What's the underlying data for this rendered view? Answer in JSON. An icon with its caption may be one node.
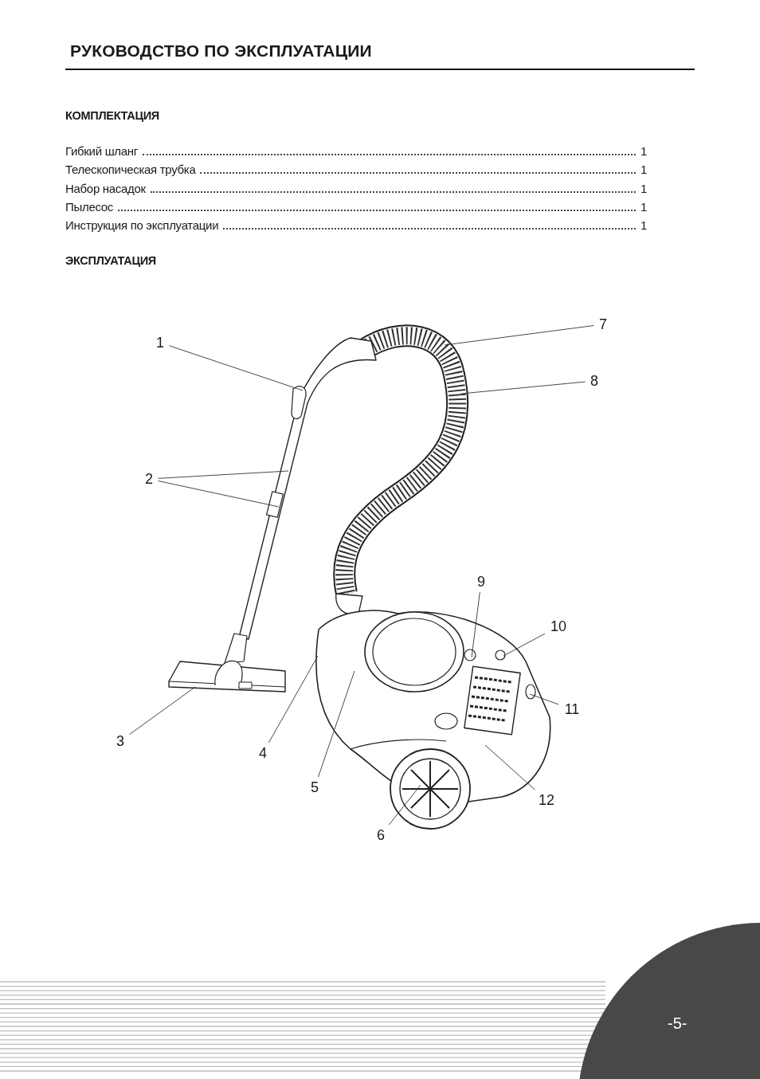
{
  "diagram": {
    "title": "РУКОВОДСТВО ПО ЭКСПЛУАТАЦИИ",
    "nodes": [
      {
        "text": [
          "1"
        ]
      },
      {
        "text": [
          "2"
        ]
      },
      {
        "text": [
          "3"
        ]
      },
      {
        "text": [
          "4"
        ]
      },
      {
        "text": [
          "5"
        ]
      },
      {
        "text": [
          "6"
        ]
      },
      {
        "text": [
          "7"
        ]
      },
      {
        "text": [
          "8"
        ]
      },
      {
        "text": [
          "9"
        ]
      },
      {
        "text": [
          "10"
        ]
      },
      {
        "text": [
          "11"
        ]
      },
      {
        "text": [
          "12"
        ]
      }
    ],
    "edges": [
      {
        "from": 0,
        "to": null,
        "arrow": "none"
      },
      {
        "from": 1,
        "to": null,
        "arrow": "none"
      },
      {
        "from": 1,
        "to": null,
        "arrow": "none"
      },
      {
        "from": 2,
        "to": null,
        "arrow": "none"
      },
      {
        "from": 3,
        "to": null,
        "arrow": "none"
      },
      {
        "from": 4,
        "to": null,
        "arrow": "none"
      },
      {
        "from": 5,
        "to": null,
        "arrow": "none"
      },
      {
        "from": 6,
        "to": null,
        "arrow": "none"
      },
      {
        "from": 7,
        "to": null,
        "arrow": "none"
      },
      {
        "from": 8,
        "to": null,
        "arrow": "none"
      },
      {
        "from": 9,
        "to": null,
        "arrow": "none"
      },
      {
        "from": 10,
        "to": null,
        "arrow": "none"
      },
      {
        "from": 11,
        "to": null,
        "arrow": "none"
      }
    ],
    "labels": [
      "КОМПЛЕКТАЦИЯ",
      "Гибкий шланг",
      "1",
      "Телескопическая трубка",
      "1",
      "Набор насадок",
      "1",
      "Пылесос",
      "1",
      "Инструкция по эксплуатации",
      "1",
      "ЭКСПЛУАТАЦИЯ",
      "-5-"
    ]
  }
}
